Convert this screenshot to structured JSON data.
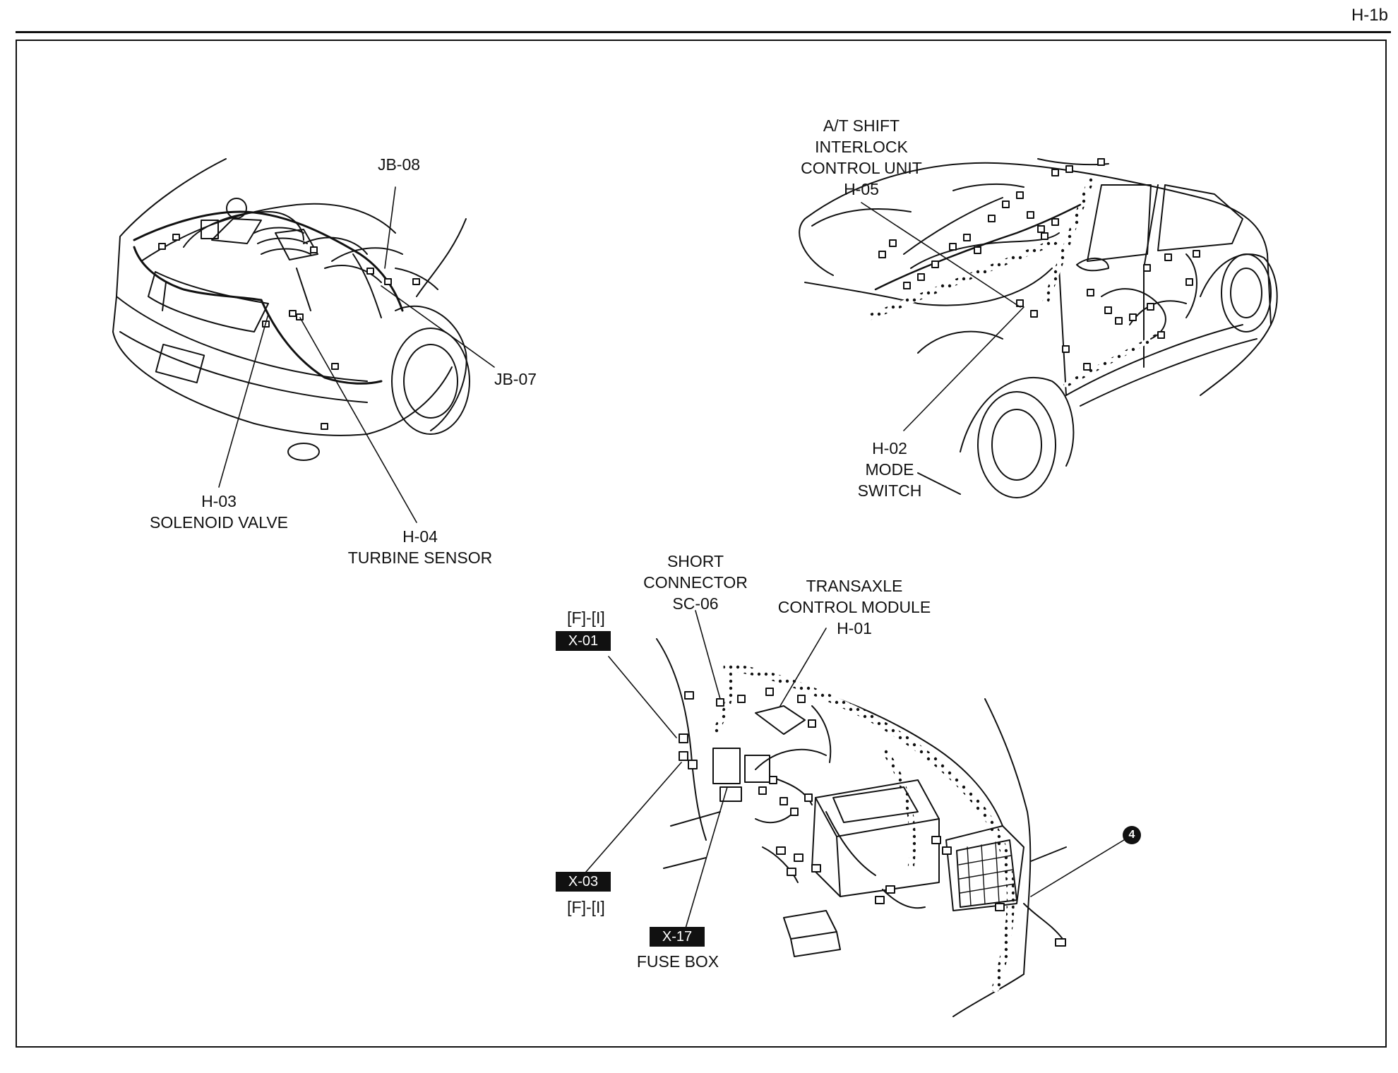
{
  "page": {
    "number": "H-1b"
  },
  "front_view": {
    "jb08": "JB-08",
    "jb07": "JB-07",
    "h03_code": "H-03",
    "h03_name": "SOLENOID VALVE",
    "h04_code": "H-04",
    "h04_name": "TURBINE SENSOR"
  },
  "side_view": {
    "h05_line1": "A/T SHIFT",
    "h05_line2": "INTERLOCK",
    "h05_line3": "CONTROL UNIT",
    "h05_code": "H-05",
    "h02_code": "H-02",
    "h02_line1": "MODE",
    "h02_line2": "SWITCH"
  },
  "dash_view": {
    "sc06_line1": "SHORT",
    "sc06_line2": "CONNECTOR",
    "sc06_code": "SC-06",
    "h01_line1": "TRANSAXLE",
    "h01_line2": "CONTROL MODULE",
    "h01_code": "H-01",
    "x01_loc": "[F]-[I]",
    "x01_tag": "X-01",
    "x03_tag": "X-03",
    "x03_loc": "[F]-[I]",
    "x17_tag": "X-17",
    "x17_name": "FUSE BOX",
    "ground_badge": "4"
  }
}
